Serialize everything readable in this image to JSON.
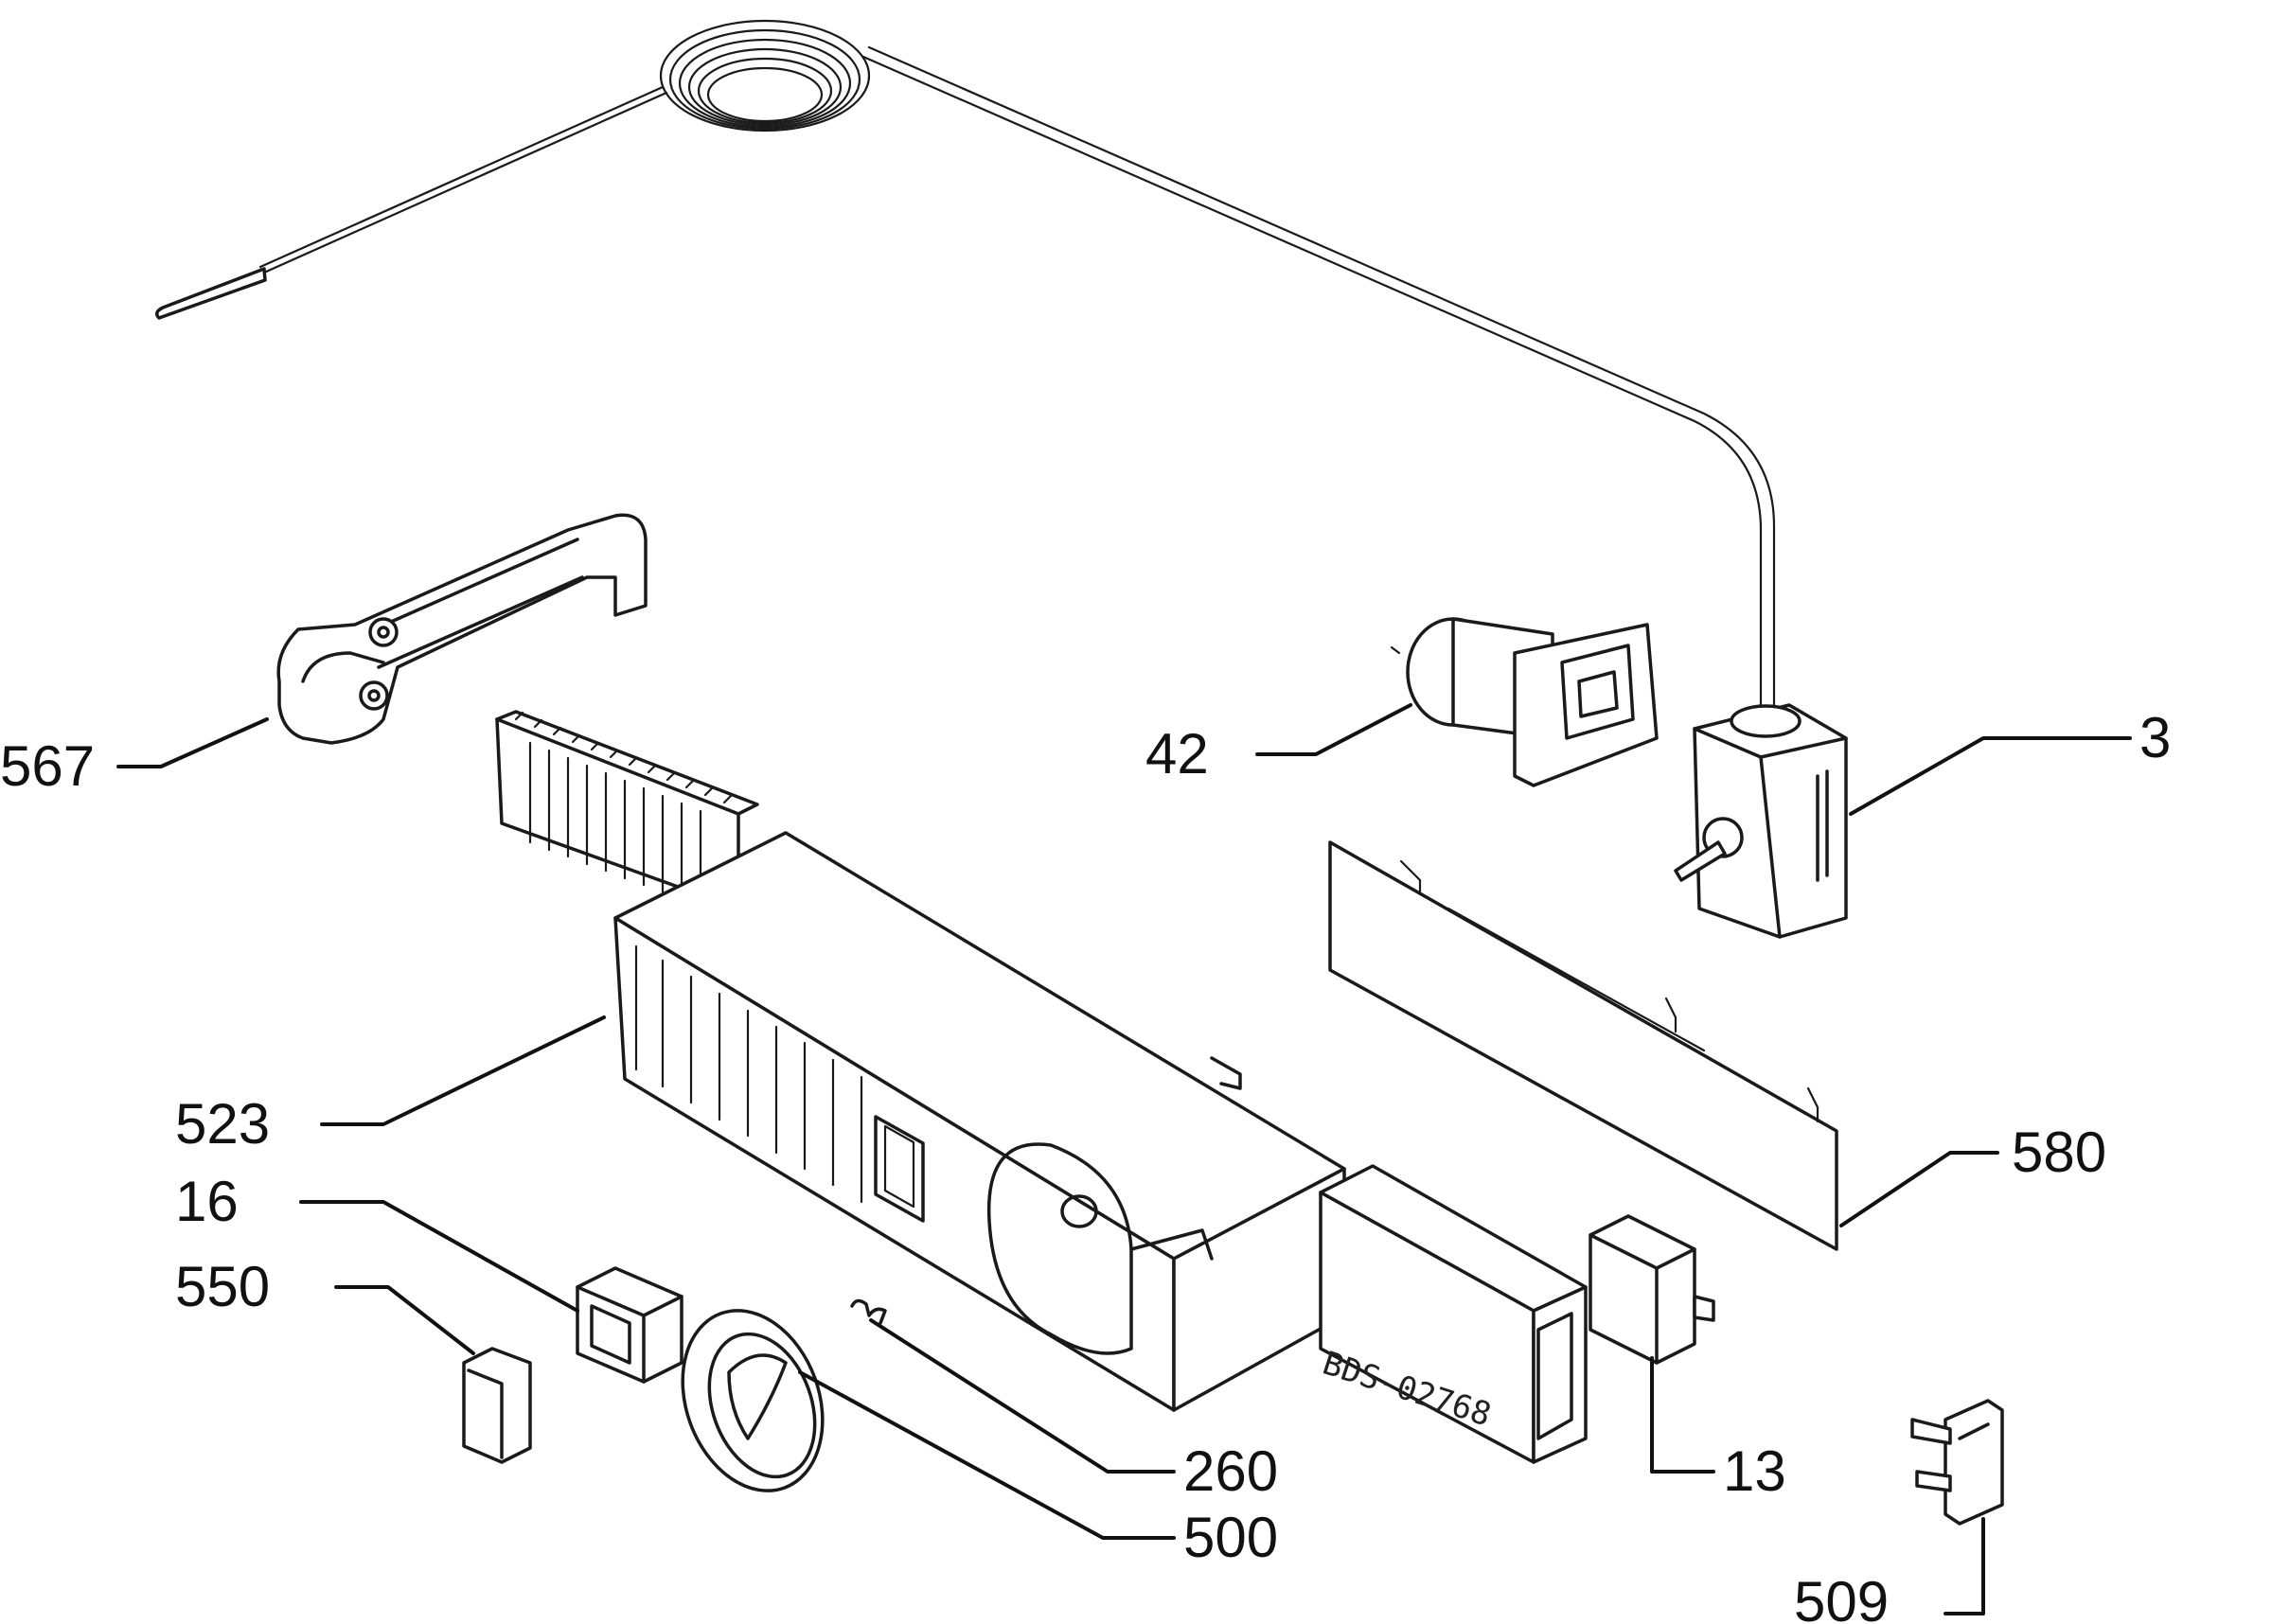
{
  "figure": {
    "callouts": [
      {
        "id": "567",
        "text": "567"
      },
      {
        "id": "42",
        "text": "42"
      },
      {
        "id": "3",
        "text": "3"
      },
      {
        "id": "523",
        "text": "523"
      },
      {
        "id": "16",
        "text": "16"
      },
      {
        "id": "550",
        "text": "550"
      },
      {
        "id": "580",
        "text": "580"
      },
      {
        "id": "260",
        "text": "260"
      },
      {
        "id": "500",
        "text": "500"
      },
      {
        "id": "13",
        "text": "13"
      },
      {
        "id": "509",
        "text": "509"
      }
    ],
    "drawing_code": "BDS-02768"
  }
}
